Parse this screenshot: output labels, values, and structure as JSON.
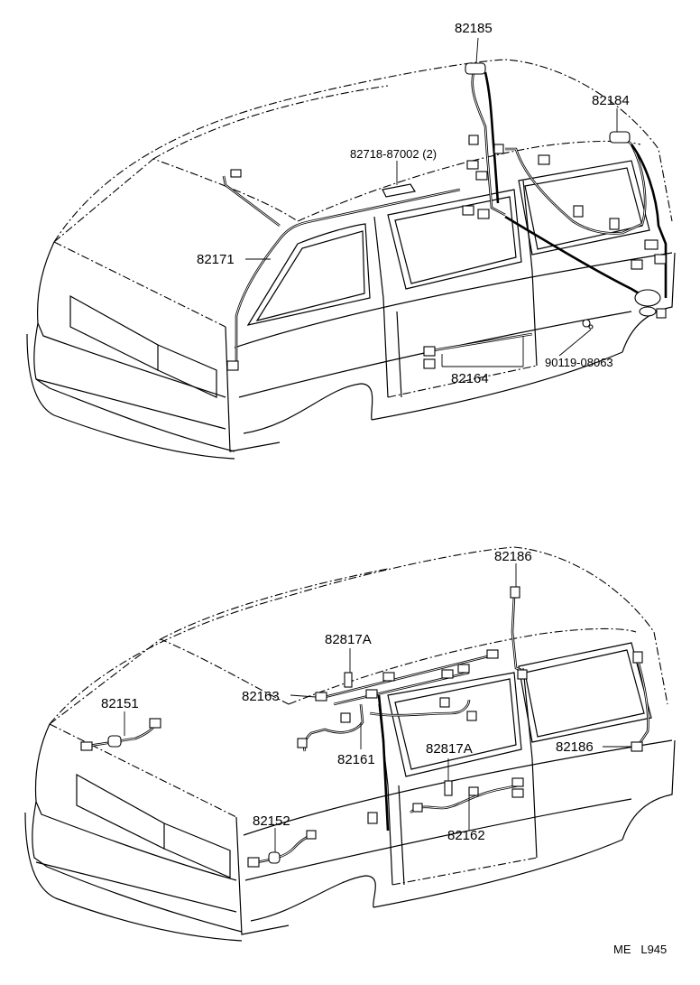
{
  "diagram": {
    "top_view": {
      "labels": {
        "p82185": "82185",
        "p82184": "82184",
        "p82718": "82718-87002 (2)",
        "p82171": "82171",
        "p82164": "82164",
        "p90119": "90119-08063"
      }
    },
    "bottom_view": {
      "labels": {
        "p82186_top": "82186",
        "p82817a_top": "82817A",
        "p82163": "82163",
        "p82151": "82151",
        "p82161": "82161",
        "p82817a_mid": "82817A",
        "p82186_right": "82186",
        "p82152": "82152",
        "p82162": "82162"
      }
    },
    "footer": {
      "code": "ME   L945"
    }
  }
}
